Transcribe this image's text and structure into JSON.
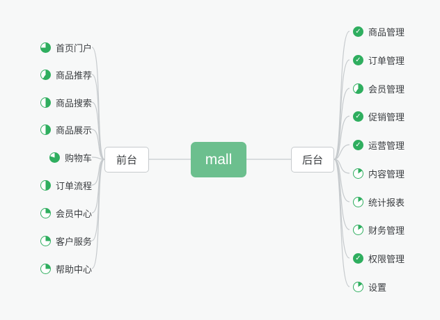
{
  "root": {
    "label": "mall"
  },
  "branches": {
    "left": {
      "label": "前台",
      "items": [
        {
          "label": "首页门户",
          "icon": "pie",
          "progress": 75
        },
        {
          "label": "商品推荐",
          "icon": "pie",
          "progress": 60
        },
        {
          "label": "商品搜索",
          "icon": "pie",
          "progress": 50
        },
        {
          "label": "商品展示",
          "icon": "pie",
          "progress": 50
        },
        {
          "label": "购物车",
          "icon": "pie",
          "progress": 80
        },
        {
          "label": "订单流程",
          "icon": "pie",
          "progress": 50
        },
        {
          "label": "会员中心",
          "icon": "pie",
          "progress": 25
        },
        {
          "label": "客户服务",
          "icon": "pie",
          "progress": 25
        },
        {
          "label": "帮助中心",
          "icon": "pie",
          "progress": 25
        }
      ]
    },
    "right": {
      "label": "后台",
      "items": [
        {
          "label": "商品管理",
          "icon": "check"
        },
        {
          "label": "订单管理",
          "icon": "check"
        },
        {
          "label": "会员管理",
          "icon": "pie",
          "progress": 60
        },
        {
          "label": "促销管理",
          "icon": "check"
        },
        {
          "label": "运营管理",
          "icon": "check"
        },
        {
          "label": "内容管理",
          "icon": "pie",
          "progress": 15
        },
        {
          "label": "统计报表",
          "icon": "pie",
          "progress": 15
        },
        {
          "label": "财务管理",
          "icon": "pie",
          "progress": 15
        },
        {
          "label": "权限管理",
          "icon": "check"
        },
        {
          "label": "设置",
          "icon": "pie",
          "progress": 15
        }
      ]
    }
  },
  "colors": {
    "root_node": "#6cbf8e",
    "icon_green": "#2fae5f",
    "connector": "#c6cacd",
    "background": "#f7f8f8"
  },
  "icons": {
    "check_glyph": "✓"
  }
}
